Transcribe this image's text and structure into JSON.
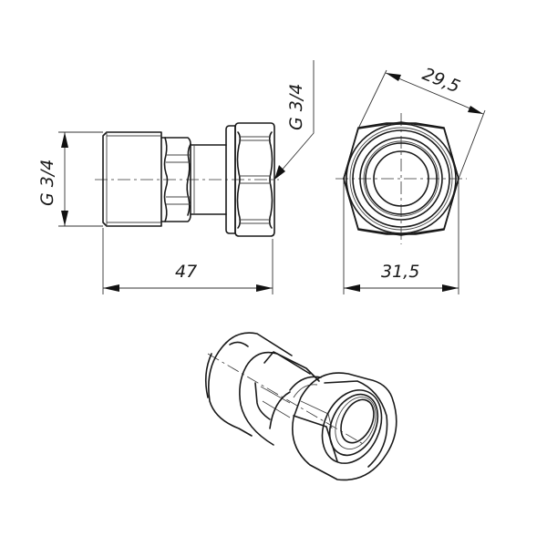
{
  "drawing": {
    "title": "Threaded union fitting technical drawing",
    "views": [
      {
        "name": "side-view",
        "description": "Side elevation of fitting"
      },
      {
        "name": "end-view",
        "description": "End view showing hexagon nut"
      },
      {
        "name": "isometric-view",
        "description": "3D isometric view"
      }
    ]
  },
  "dimensions": {
    "left_thread": "G 3/4",
    "right_thread": "G 3/4",
    "overall_length": "47",
    "hex_across_flats": "29,5",
    "hex_across_corners": "31,5"
  }
}
